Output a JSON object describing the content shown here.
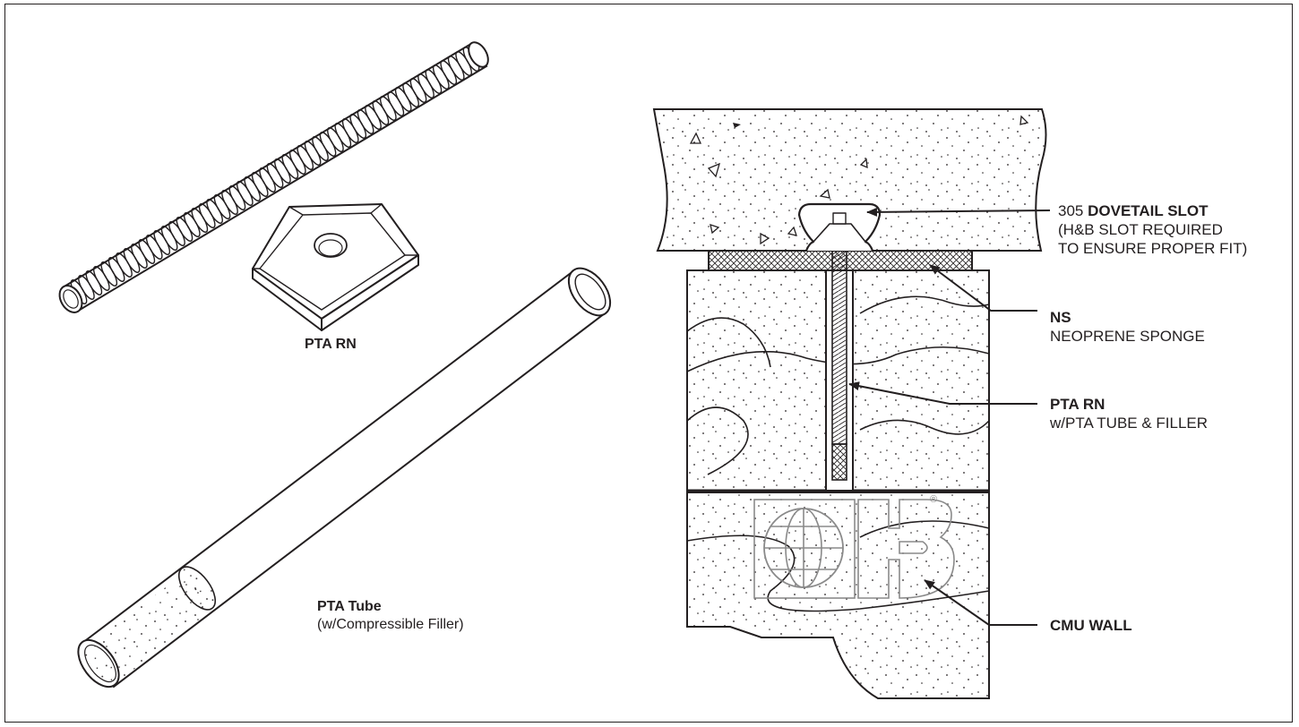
{
  "labels": {
    "rn_product": "PTA RN",
    "tube_product": "PTA Tube",
    "tube_note": "(w/Compressible Filler)",
    "dovetail_num": "305",
    "dovetail_name": "DOVETAIL SLOT",
    "dovetail_note1": "(H&B SLOT REQUIRED",
    "dovetail_note2": "TO ENSURE PROPER FIT)",
    "ns_code": "NS",
    "ns_name": "NEOPRENE SPONGE",
    "rn_callout": "PTA RN",
    "rn_callout_note": "w/PTA TUBE & FILLER",
    "cmu": "CMU WALL"
  },
  "logo": {
    "registered": "®"
  },
  "colors": {
    "ink": "#231f20",
    "logo": "#8a8a8a"
  }
}
